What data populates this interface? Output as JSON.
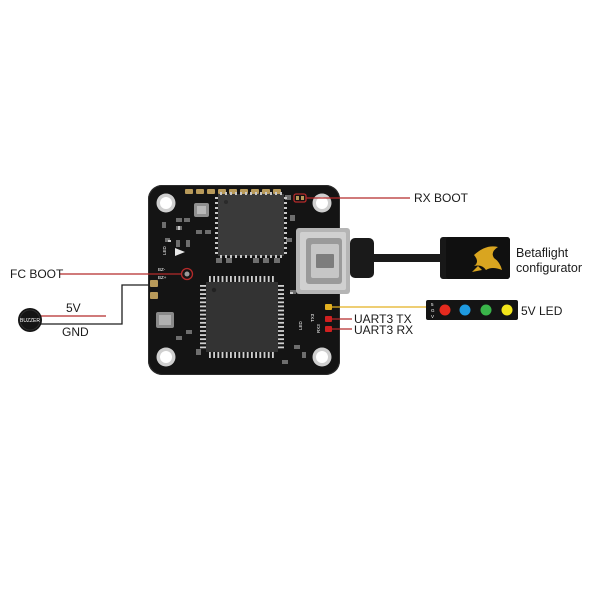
{
  "labels": {
    "rx_boot": "RX BOOT",
    "fc_boot": "FC BOOT",
    "v5": "5V",
    "gnd": "GND",
    "uart3_tx": "UART3 TX",
    "uart3_rx": "UART3 RX",
    "led_5v": "5V LED",
    "betaflight_line1": "Betaflight",
    "betaflight_line2": "configurator",
    "buzzer": "BUZZER"
  },
  "colors": {
    "pcb": "#141414",
    "wire_red": "#b52a2a",
    "wire_black": "#1e1e1e",
    "wire_yellow": "#e3b020",
    "led_red": "#e52a1e",
    "led_blue": "#1f9be0",
    "led_green": "#3ab54a",
    "led_yellow": "#f2e51a",
    "logo_gold": "#d9a520"
  },
  "leds": [
    "red",
    "blue",
    "green",
    "yellow"
  ]
}
